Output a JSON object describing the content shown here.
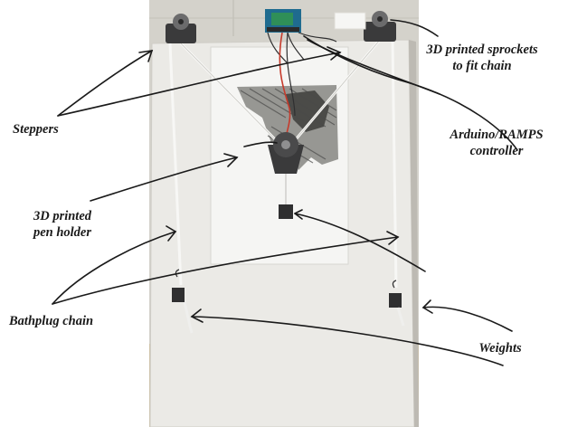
{
  "labels": {
    "sprockets": [
      "3D printed sprockets",
      "to fit chain"
    ],
    "steppers": "Steppers",
    "controller": [
      "Arduino/RAMPS",
      "controller"
    ],
    "pen_holder": [
      "3D printed",
      "pen holder"
    ],
    "chain": "Bathplug chain",
    "weights": "Weights"
  },
  "colors": {
    "board": "#e9e8e4",
    "paper": "#f3f3f1",
    "wall": "#d2d0c9",
    "ink": "#1a1a1a",
    "device": "#2f2f30",
    "wire_red": "#c63b2c",
    "pcb": "#1f6b8f"
  }
}
